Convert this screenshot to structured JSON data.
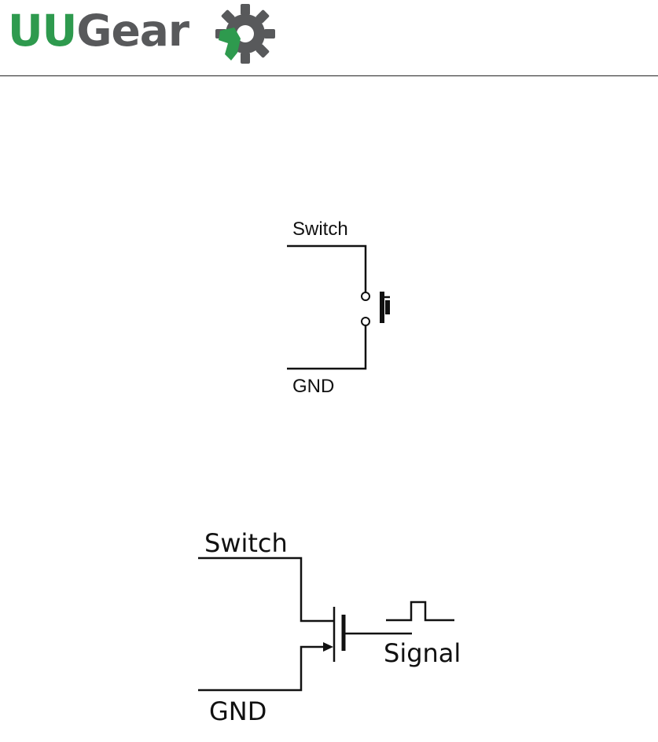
{
  "logo": {
    "part1": "UU",
    "part2": "Gear",
    "icon": "gear-logo-icon",
    "colors": {
      "green": "#2e9a4e",
      "gray": "#58595b"
    }
  },
  "diagram1": {
    "switch_label": "Switch",
    "gnd_label": "GND",
    "component": "push-button"
  },
  "diagram2": {
    "switch_label": "Switch",
    "gnd_label": "GND",
    "signal_label": "Signal",
    "component": "mosfet"
  }
}
